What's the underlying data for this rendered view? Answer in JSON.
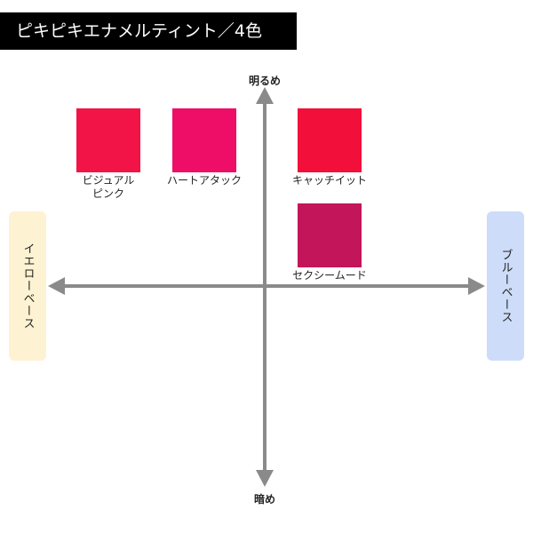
{
  "title": "ピキピキエナメルティント／4色",
  "axes": {
    "top_label": "明るめ",
    "bottom_label": "暗め",
    "left_label": "イエローベース",
    "right_label": "ブルーベース"
  },
  "colors": {
    "left_box_bg": "#fdf2d2",
    "right_box_bg": "#cddcf8",
    "axis": "#8a8a8a"
  },
  "swatches": [
    {
      "name": "ビジュアル\nピンク",
      "color": "#f31447"
    },
    {
      "name": "ハートアタック",
      "color": "#ee0e68"
    },
    {
      "name": "キャッチイット",
      "color": "#f20f3a"
    },
    {
      "name": "セクシームード",
      "color": "#c3155a"
    }
  ]
}
